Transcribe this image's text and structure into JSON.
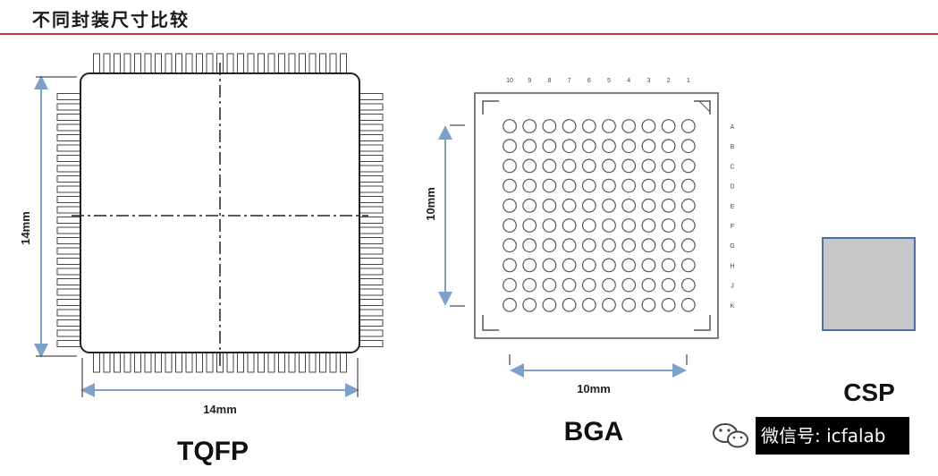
{
  "title": "不同封装尺寸比较",
  "tqfp": {
    "name": "TQFP",
    "width_label": "14mm",
    "height_label": "14mm",
    "pins_per_side": 25
  },
  "bga": {
    "name": "BGA",
    "width_label": "10mm",
    "height_label": "10mm",
    "columns": [
      "10",
      "9",
      "8",
      "7",
      "6",
      "5",
      "4",
      "3",
      "2",
      "1"
    ],
    "rows": [
      "A",
      "B",
      "C",
      "D",
      "E",
      "F",
      "G",
      "H",
      "J",
      "K"
    ]
  },
  "csp": {
    "name": "CSP",
    "fill_color": "#c8c8c8",
    "border_color": "#4a6fa5"
  },
  "watermark": {
    "text": "微信号: icfalab",
    "icon": "wechat-icon"
  },
  "colors": {
    "title_rule": "#b0403a",
    "dimension_arrow": "#7fa0c8"
  }
}
